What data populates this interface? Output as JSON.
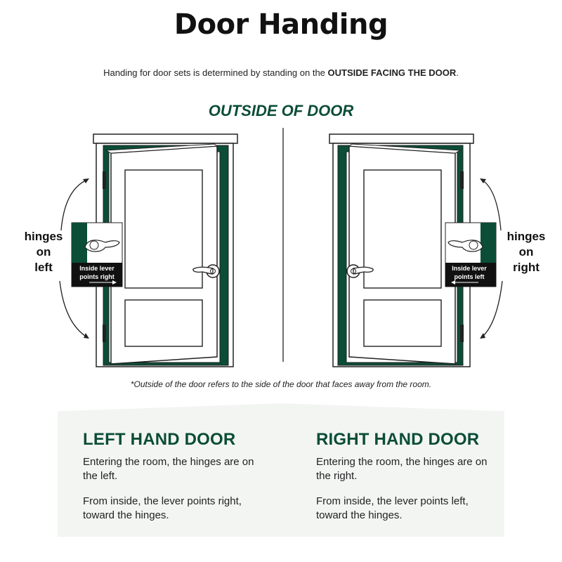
{
  "title": "Door Handing",
  "intro": {
    "before": "Handing for door sets is determined by standing on the ",
    "emphasis": "OUTSIDE FACING THE DOOR",
    "after": "."
  },
  "outside_label": "OUTSIDE OF DOOR",
  "left_door": {
    "side_label": [
      "hinges",
      "on",
      "left"
    ],
    "tag": [
      "Inside lever",
      "points right"
    ],
    "heading": "LEFT HAND DOOR",
    "paragraphs": [
      "Entering the room, the hinges are on the left.",
      "From inside, the lever points right, toward the hinges."
    ]
  },
  "right_door": {
    "side_label": [
      "hinges",
      "on",
      "right"
    ],
    "tag": [
      "Inside lever",
      "points left"
    ],
    "heading": "RIGHT HAND DOOR",
    "paragraphs": [
      "Entering the room, the hinges are on the right.",
      "From inside, the lever points left, toward the hinges."
    ]
  },
  "footnote": "*Outside of the door refers to the side of the door that faces away from the room.",
  "colors": {
    "brand_green": "#0b4d37",
    "text": "#111111",
    "panel": "#f3f5f3"
  },
  "icons": [
    "curved-arrow-icon",
    "door-lever-icon",
    "hinge-icon"
  ]
}
